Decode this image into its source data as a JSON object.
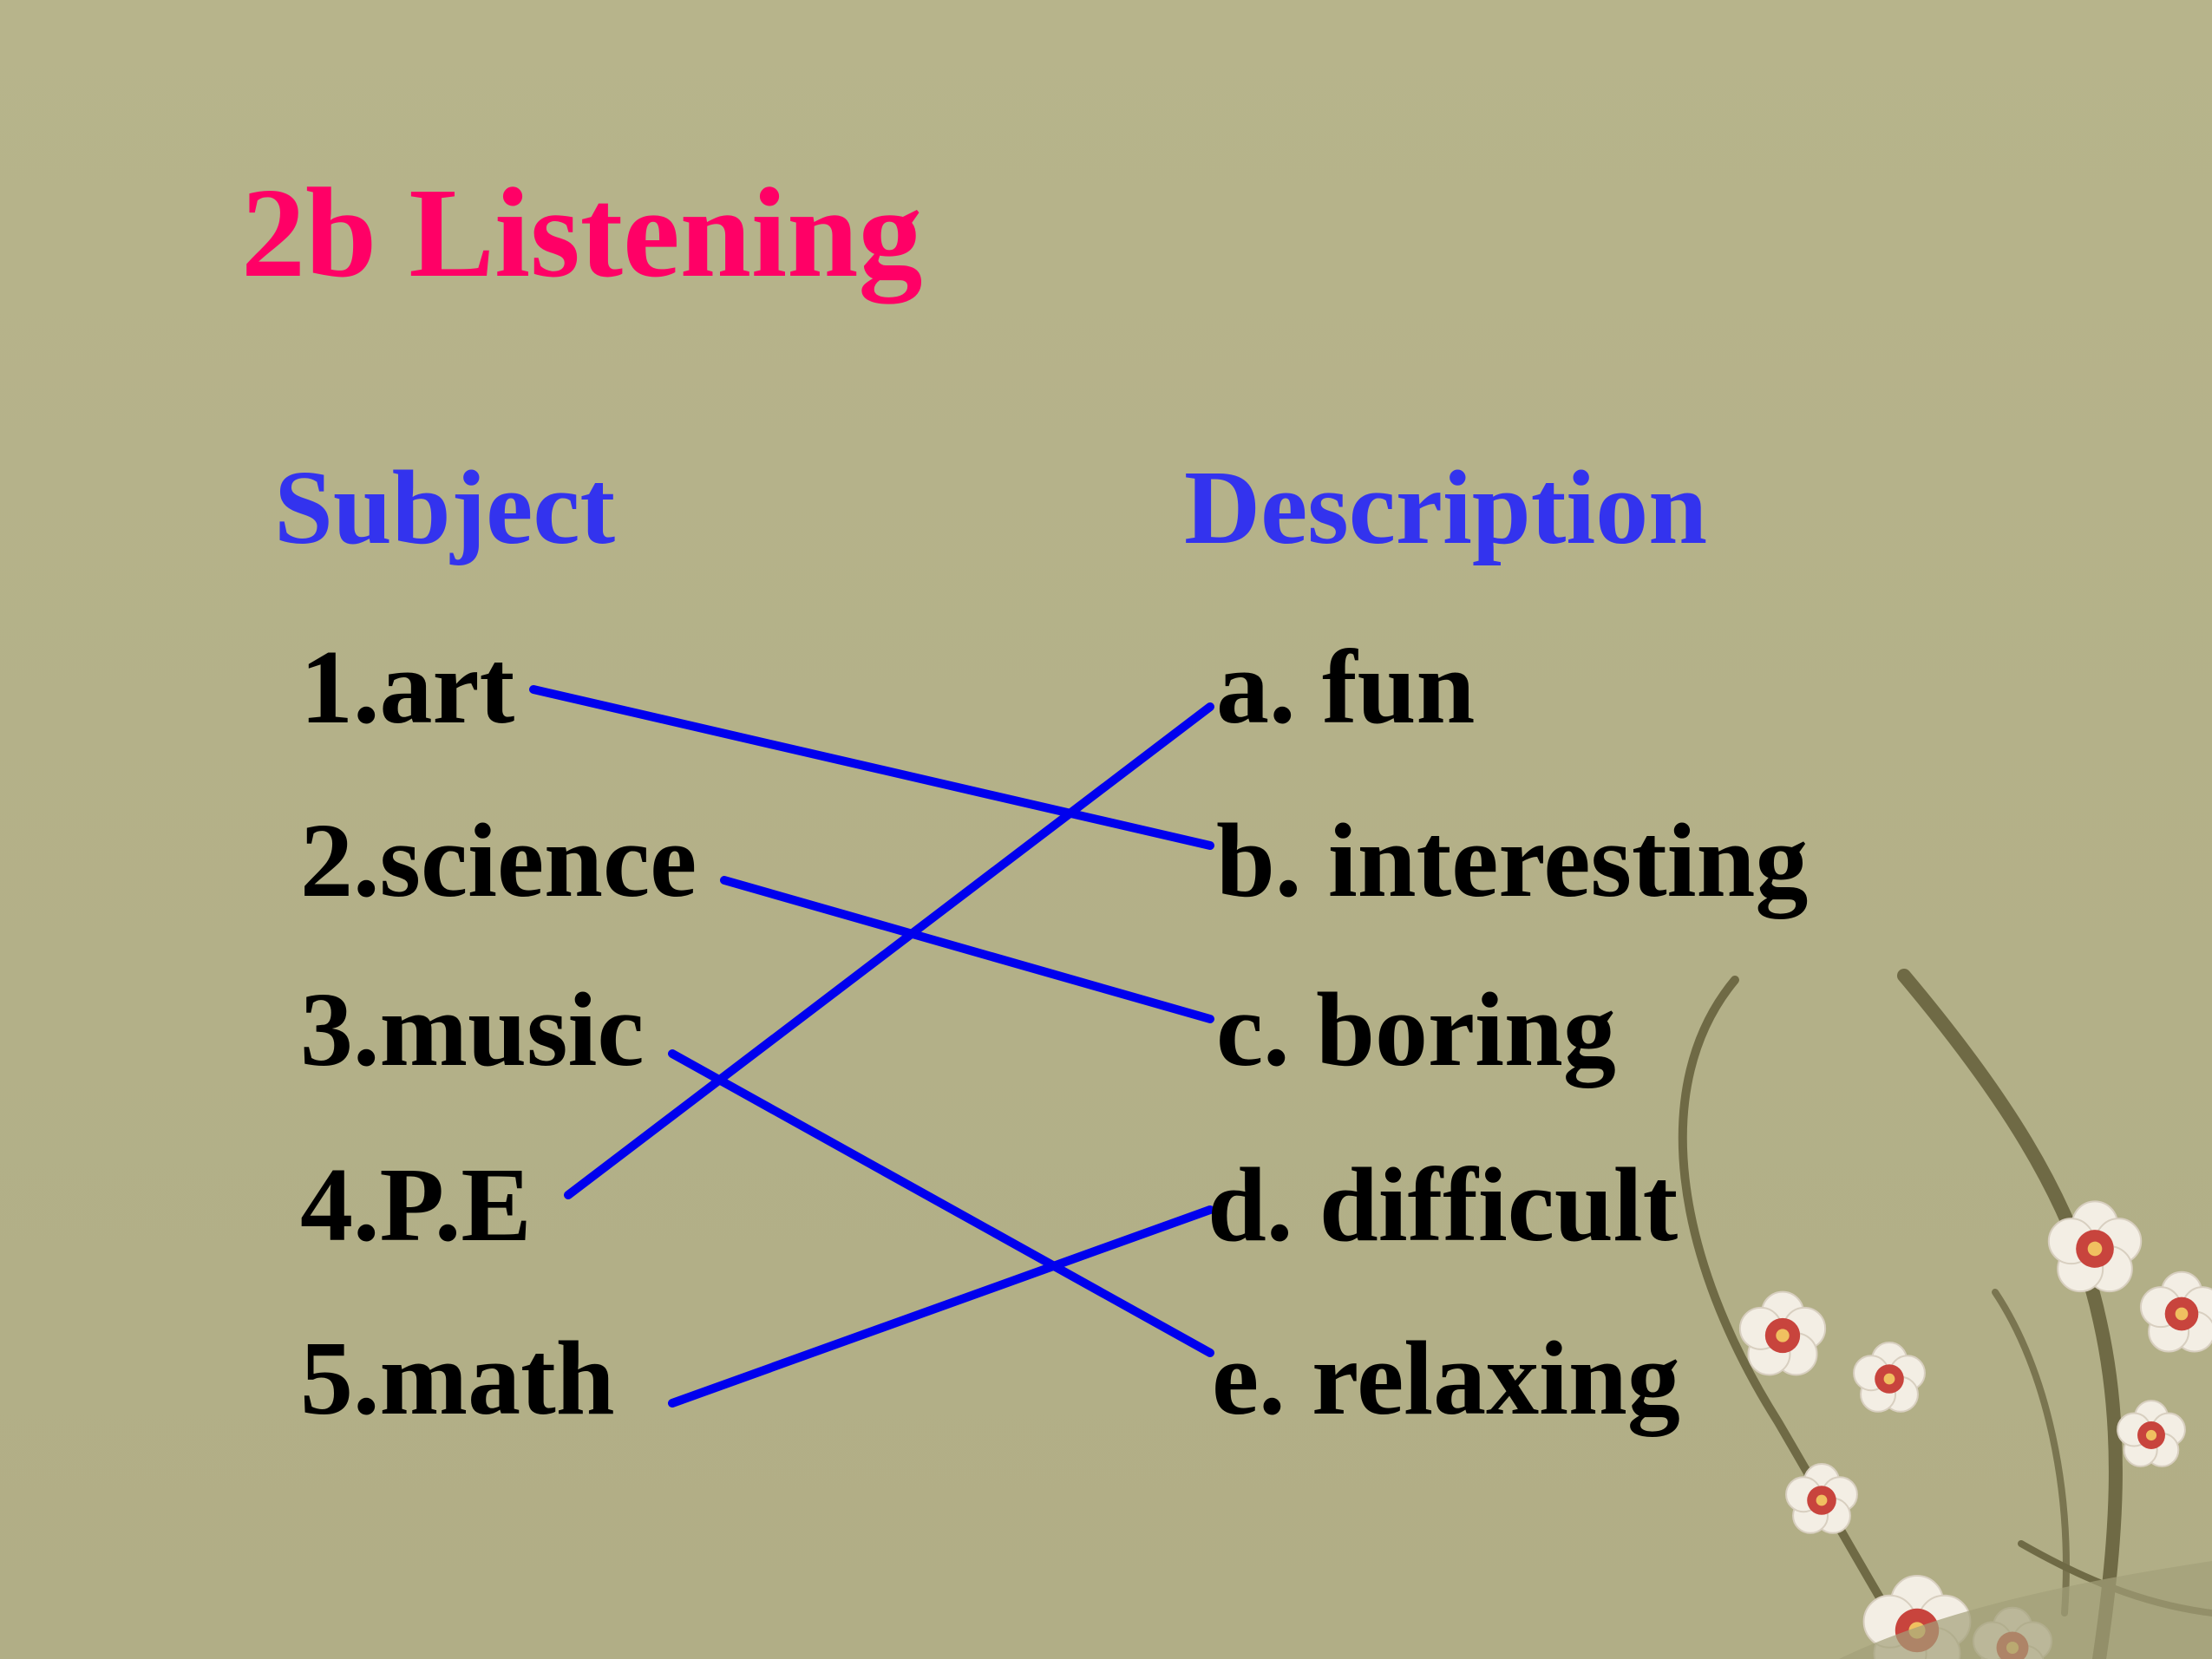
{
  "title": "2b Listening",
  "headers": {
    "subject": "Subject",
    "description": "Description"
  },
  "subjects": [
    "1.art",
    "2.science",
    "3.music",
    "4.P.E",
    "5.math"
  ],
  "descriptions": [
    "a. fun",
    "b. interesting",
    "c. boring",
    "d. difficult",
    "e. relaxing"
  ],
  "matches": [
    {
      "subject": "1.art",
      "description": "b. interesting"
    },
    {
      "subject": "2.science",
      "description": "c. boring"
    },
    {
      "subject": "3.music",
      "description": "e. relaxing"
    },
    {
      "subject": "4.P.E",
      "description": "a. fun"
    },
    {
      "subject": "5.math",
      "description": "d. difficult"
    }
  ],
  "colors": {
    "background": "#b5b289",
    "title": "#ff0066",
    "header": "#3333ee",
    "item_text": "#000000",
    "link_line": "#0000ee"
  },
  "decoration_icon": "plum-blossom-branch"
}
